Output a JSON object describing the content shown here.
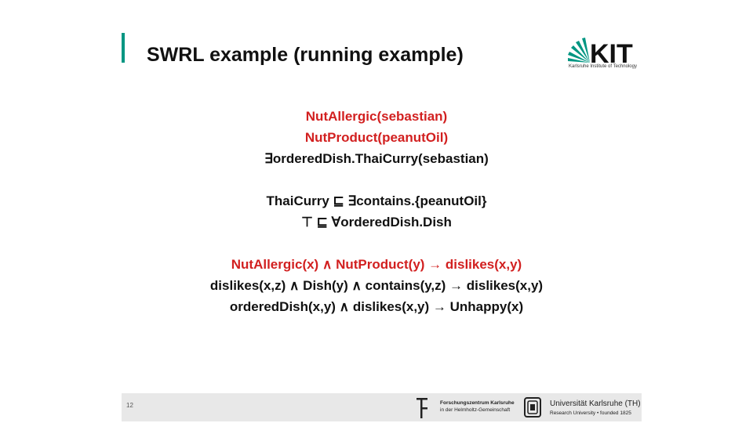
{
  "title": "SWRL example (running example)",
  "logo": {
    "text": "KIT",
    "subtitle": "Karlsruhe Institute of Technology",
    "colors": {
      "green": "#009682",
      "black": "#111111"
    }
  },
  "colors": {
    "accent": "#009682",
    "red": "#d22020",
    "text": "#111111",
    "footer_bg": "#e8e8e8"
  },
  "facts": [
    "NutAllergic(sebastian)",
    "NutProduct(peanutOil)",
    "∃orderedDish.ThaiCurry(sebastian)"
  ],
  "axioms": [
    "ThaiCurry ⊑ ∃contains.{peanutOil}",
    "⊤ ⊑ ∀orderedDish.Dish"
  ],
  "rules": [
    "NutAllergic(x) ∧ NutProduct(y) → dislikes(x,y)",
    "dislikes(x,z) ∧ Dish(y) ∧ contains(y,z) → dislikes(x,y)",
    "orderedDish(x,y) ∧ dislikes(x,y) → Unhappy(x)"
  ],
  "footer": {
    "page_number": "12",
    "fzk_line1": "Forschungszentrum Karlsruhe",
    "fzk_line2": "in der Helmholtz-Gemeinschaft",
    "uni_name": "Universität Karlsruhe (TH)",
    "uni_sub": "Research University • founded 1825"
  }
}
